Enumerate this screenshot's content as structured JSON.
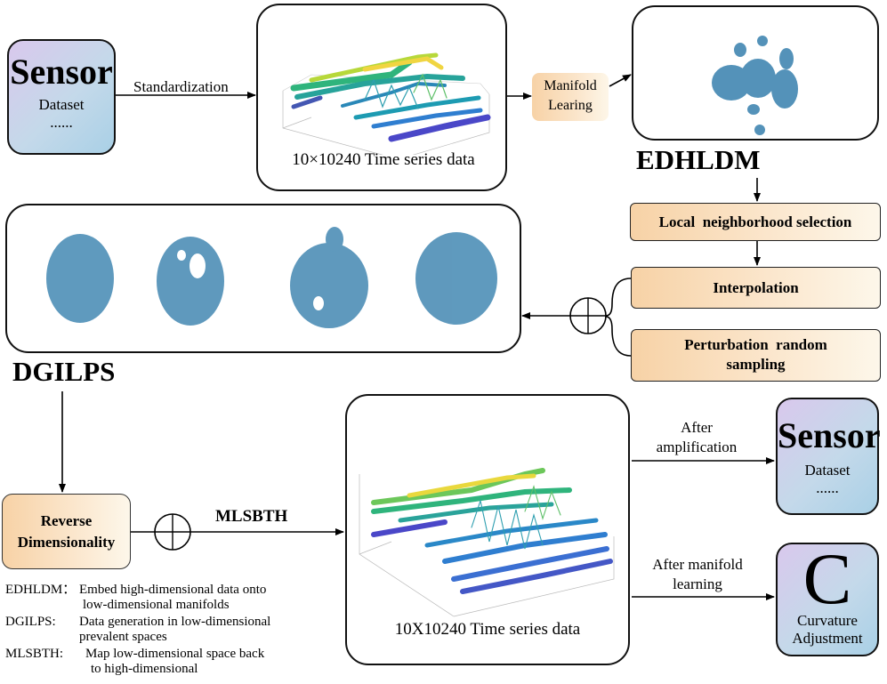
{
  "sensor_in": {
    "title": "Sensor",
    "line1": "Dataset",
    "line2": "......"
  },
  "standardization": "Standardization",
  "ts_top_caption": "10×10240 Time series data",
  "manifold_box": {
    "line1": "Manifold",
    "line2": "Learing"
  },
  "edhldm_title": "EDHLDM",
  "local_selection": "Local  neighborhood selection",
  "interpolation": "Interpolation",
  "perturbation": {
    "line1": "Perturbation  random",
    "line2": "sampling"
  },
  "dgilps_title": "DGILPS",
  "reverse": {
    "line1": "Reverse",
    "line2": "Dimensionality"
  },
  "mlsbth_title": "MLSBTH",
  "ts_bottom_caption": "10X10240 Time series data",
  "after_amplification": {
    "line1": "After",
    "line2": "amplification"
  },
  "after_manifold": {
    "line1": "After manifold",
    "line2": "learning"
  },
  "sensor_out": {
    "title": "Sensor",
    "line1": "Dataset",
    "line2": "......"
  },
  "curvature": {
    "letter": "C",
    "line1": "Curvature",
    "line2": "Adjustment"
  },
  "legend": [
    {
      "key": "EDHLDM：",
      "line1": "Embed high-dimensional data onto",
      "line2": "low-dimensional manifolds"
    },
    {
      "key": "DGILPS:",
      "line1": "Data generation in low-dimensional",
      "line2": "prevalent spaces"
    },
    {
      "key": "MLSBTH:",
      "line1": "Map low-dimensional space back",
      "line2": "to high-dimensional"
    }
  ],
  "colors": {
    "scatter": "#2a78a8",
    "orange_light": "#fbe6cc",
    "sensor_purple": "#d9c8ec",
    "sensor_blue": "#a9d0e6"
  }
}
